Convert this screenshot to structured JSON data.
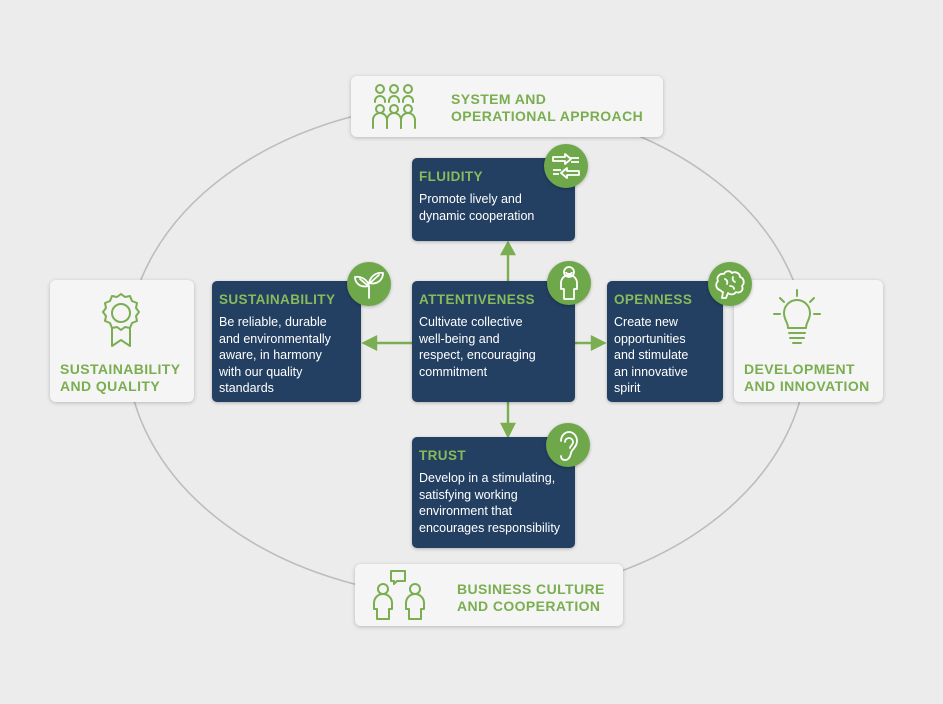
{
  "outer": {
    "system": {
      "label": "SYSTEM AND\nOPERATIONAL APPROACH",
      "icon": "group-people-icon"
    },
    "sustainability_quality": {
      "label": "SUSTAINABILITY\nAND QUALITY",
      "icon": "award-rosette-icon"
    },
    "development": {
      "label": "DEVELOPMENT\nAND INNOVATION",
      "icon": "lightbulb-icon"
    },
    "culture": {
      "label": "BUSINESS CULTURE\nAND COOPERATION",
      "icon": "people-talking-icon"
    }
  },
  "values": {
    "fluidity": {
      "title": "FLUIDITY",
      "body": "Promote lively and\ndynamic cooperation",
      "icon": "arrows-exchange-icon"
    },
    "sustainability": {
      "title": "SUSTAINABILITY",
      "body": "Be reliable, durable\nand environmentally\naware, in harmony\nwith our quality\nstandards",
      "icon": "sprout-leaf-icon"
    },
    "attentiveness": {
      "title": "ATTENTIVENESS",
      "body": "Cultivate collective\nwell-being and\nrespect, encouraging\ncommitment",
      "icon": "person-icon"
    },
    "openness": {
      "title": "OPENNESS",
      "body": "Create new\nopportunities\nand stimulate\nan innovative\nspirit",
      "icon": "brain-icon"
    },
    "trust": {
      "title": "TRUST",
      "body": "Develop in a stimulating,\nsatisfying working\nenvironment that\nencourages responsibility",
      "icon": "ear-icon"
    }
  },
  "colors": {
    "green": "#7aae50",
    "navy": "#233f62",
    "badge": "#6ea84a",
    "background": "#ececec"
  }
}
